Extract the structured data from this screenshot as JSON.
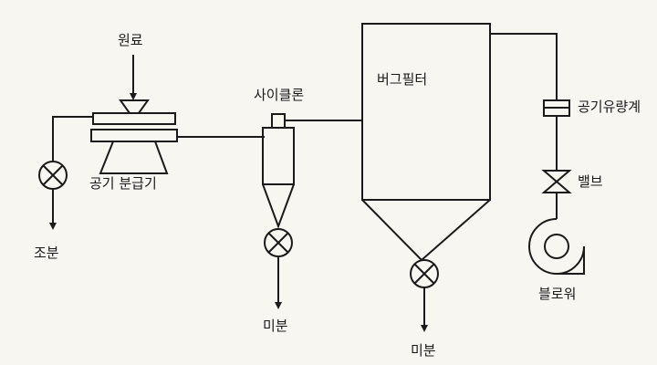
{
  "labels": {
    "raw_material": "원료",
    "classifier": "공기 분급기",
    "coarse_powder": "조분",
    "cyclone": "사이클론",
    "fine_powder_cyclone": "미분",
    "bag_filter": "버그필터",
    "fine_powder_bag_filter": "미분",
    "air_flow_meter": "공기유량계",
    "valve": "밸브",
    "blower": "블로워"
  }
}
